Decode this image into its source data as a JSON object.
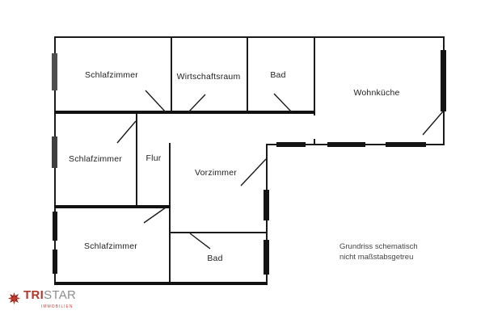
{
  "rooms": [
    {
      "label": "Schlafzimmer"
    },
    {
      "label": "Wirtschaftsraum"
    },
    {
      "label": "Bad"
    },
    {
      "label": "Wohnküche"
    },
    {
      "label": "Schlafzimmer"
    },
    {
      "label": "Flur"
    },
    {
      "label": "Vorzimmer"
    },
    {
      "label": "Schlafzimmer"
    },
    {
      "label": "Bad"
    }
  ],
  "annotation": {
    "line1": "Grundriss schematisch",
    "line2": "nicht maßstabsgetreu"
  },
  "logo": {
    "brand_primary": "TRI",
    "brand_secondary": "STAR",
    "subtitle": "IMMOBILIEN"
  },
  "colors": {
    "wall": "#1b1b1b",
    "brand_red": "#b5362b",
    "brand_gray": "#8d8d8d",
    "subtitle_red": "#c4473c"
  }
}
